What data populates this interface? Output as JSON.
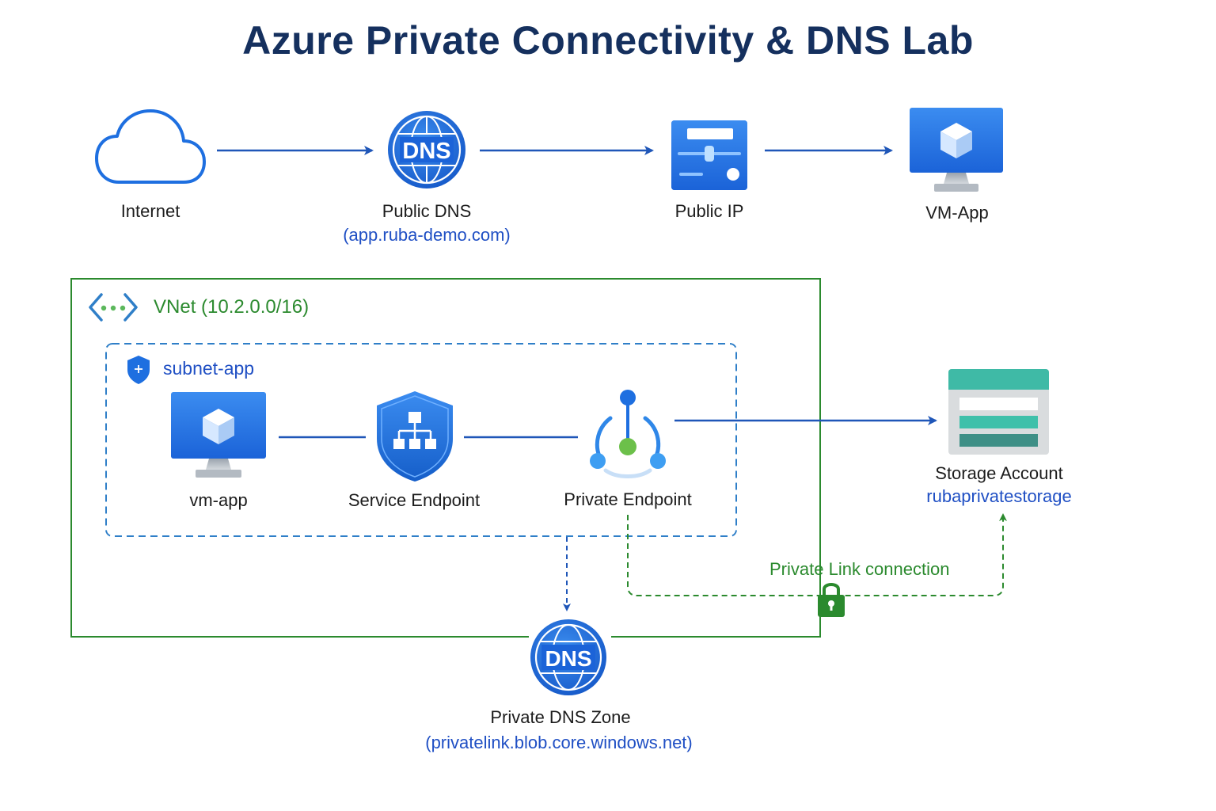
{
  "title": "Azure Private Connectivity & DNS Lab",
  "top_flow": {
    "internet": {
      "label": "Internet",
      "icon": "cloud-icon"
    },
    "public_dns": {
      "label": "Public DNS",
      "sublabel": "(app.ruba-demo.com)",
      "icon": "dns-globe-icon",
      "badge": "DNS"
    },
    "public_ip": {
      "label": "Public IP",
      "icon": "public-ip-icon"
    },
    "vm_app": {
      "label": "VM-App",
      "icon": "virtual-machine-icon"
    }
  },
  "vnet": {
    "label": "VNet (10.2.0.0/16)",
    "icon": "vnet-icon",
    "subnet": {
      "label": "subnet-app",
      "icon": "subnet-shield-icon",
      "vm": {
        "label": "vm-app",
        "icon": "virtual-machine-icon"
      },
      "service_endpoint": {
        "label": "Service Endpoint",
        "icon": "service-endpoint-shield-icon"
      },
      "private_endpoint": {
        "label": "Private Endpoint",
        "icon": "private-endpoint-icon"
      }
    }
  },
  "storage": {
    "label": "Storage Account",
    "sublabel": "rubaprivatestorage",
    "icon": "storage-account-icon"
  },
  "private_link": {
    "label": "Private Link connection",
    "icon": "lock-icon"
  },
  "private_dns_zone": {
    "label": "Private DNS Zone",
    "sublabel": "(privatelink.blob.core.windows.net)",
    "icon": "dns-globe-icon",
    "badge": "DNS"
  },
  "colors": {
    "title": "#15305e",
    "arrow": "#1f56b8",
    "vnet_border": "#2b8a2e",
    "subnet_border": "#2f7fc8",
    "azure_blue": "#1e6fe0",
    "link_label": "#1f4fc4"
  }
}
